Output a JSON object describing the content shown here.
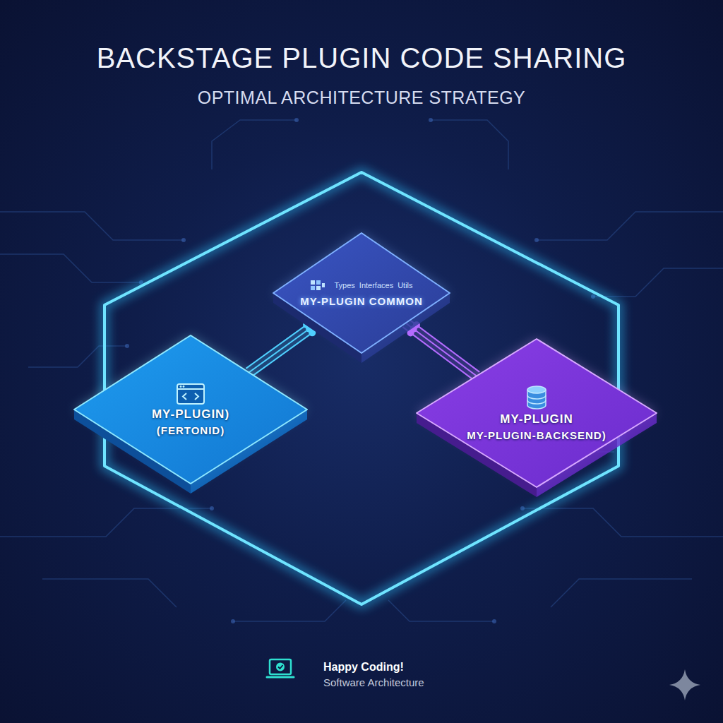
{
  "diagram": {
    "title": "BACKSTAGE PLUGIN CODE SHARING",
    "nodes": [
      {
        "text": [
          "MY-PLUGIN COMMON",
          "Types",
          "Interfaces",
          "Utils"
        ]
      },
      {
        "text": [
          "MY-PLUGIN)",
          "(FERTONID)"
        ]
      },
      {
        "text": [
          "MY-PLUGIN",
          "MY-PLUGIN-BACKSEND)"
        ]
      }
    ],
    "edges": [
      {
        "from": 1,
        "to": 0,
        "arrow": "none"
      },
      {
        "from": 2,
        "to": 0,
        "arrow": "none"
      }
    ],
    "labels": [
      "OPTIMAL ARCHITECTURE STRATEGY",
      "Happy Coding!",
      "Software Architecture"
    ]
  }
}
